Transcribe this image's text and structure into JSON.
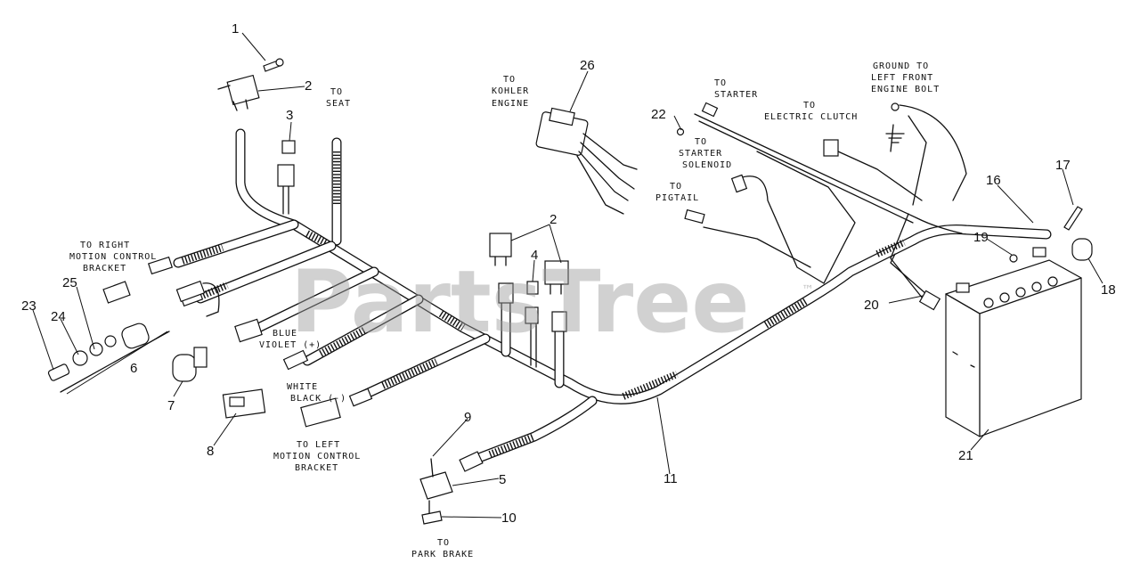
{
  "watermark": {
    "text": "PartsTree",
    "mark": "™"
  },
  "labels": {
    "to_seat": [
      "TO",
      "SEAT"
    ],
    "to_kohler": [
      "TO",
      "KOHLER",
      "ENGINE"
    ],
    "to_starter": [
      "TO",
      "STARTER"
    ],
    "to_clutch": [
      "TO",
      "ELECTRIC CLUTCH"
    ],
    "ground": [
      "GROUND TO",
      "LEFT FRONT",
      "ENGINE BOLT"
    ],
    "to_solenoid": [
      "TO",
      "STARTER",
      "SOLENOID"
    ],
    "to_pigtail": [
      "TO",
      "PIGTAIL"
    ],
    "to_right_motion": [
      "TO RIGHT",
      "MOTION CONTROL",
      "BRACKET"
    ],
    "blue_violet": [
      "BLUE",
      "VIOLET (+)"
    ],
    "white_black": [
      "WHITE",
      "BLACK (-)"
    ],
    "to_left_motion": [
      "TO LEFT",
      "MOTION CONTROL",
      "BRACKET"
    ],
    "to_park_brake": [
      "TO",
      "PARK BRAKE"
    ]
  },
  "callouts": [
    "1",
    "2",
    "3",
    "26",
    "22",
    "2",
    "4",
    "17",
    "16",
    "19",
    "18",
    "20",
    "25",
    "23",
    "24",
    "6",
    "7",
    "8",
    "9",
    "5",
    "10",
    "11",
    "21"
  ]
}
